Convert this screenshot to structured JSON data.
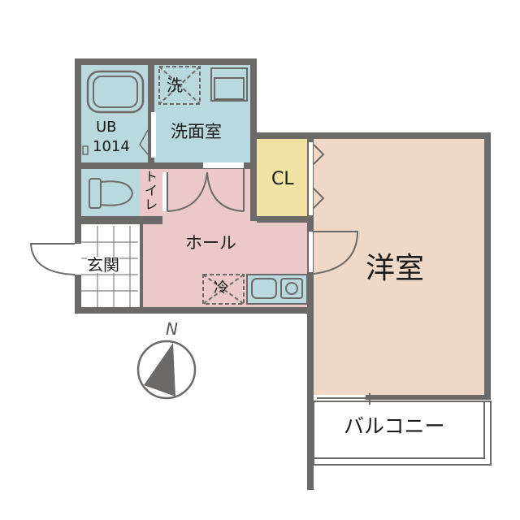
{
  "floorplan": {
    "rooms": {
      "bath": {
        "label_line1": "UB",
        "label_line2": "1014"
      },
      "washroom": {
        "label": "洗面室"
      },
      "washer": {
        "label": "洗"
      },
      "toilet": {
        "label": "トイレ"
      },
      "closet": {
        "label": "CL"
      },
      "hall": {
        "label": "ホール"
      },
      "entrance": {
        "label": "玄関"
      },
      "fridge": {
        "label": "冷"
      },
      "western_room": {
        "label": "洋室"
      },
      "balcony": {
        "label": "バルコニー"
      }
    },
    "compass": {
      "label": "N"
    },
    "colors": {
      "wall": "#6b6a68",
      "wet_area": "#b9d9de",
      "closet": "#f0e2a3",
      "hall": "#ecc9c9",
      "western_room": "#efd8c5",
      "entrance": "#ffffff"
    }
  }
}
